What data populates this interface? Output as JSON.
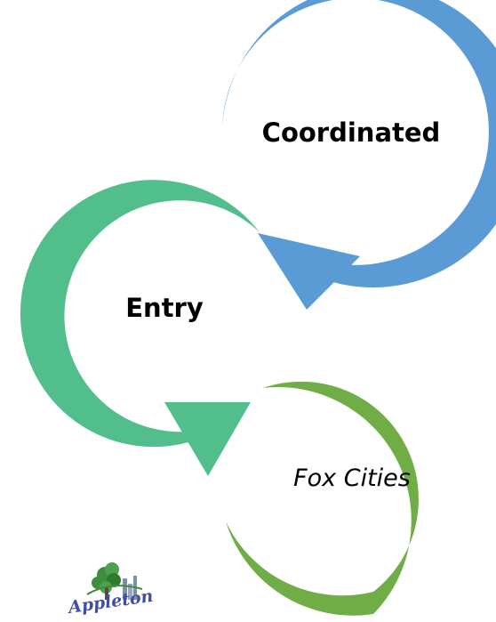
{
  "diagram": {
    "labels": {
      "coordinated": "Coordinated",
      "entry": "Entry",
      "fox_cities": "Fox Cities"
    },
    "logo_text": "Appleton"
  },
  "colors": {
    "blue_arrow": "#5B9BD5",
    "teal_arrow": "#52BE8C",
    "green_arc": "#70AD47",
    "logo_blue": "#3F4FA3",
    "logo_green": "#3E8E3E"
  },
  "icons": {
    "logo": "tree-city-logo"
  }
}
